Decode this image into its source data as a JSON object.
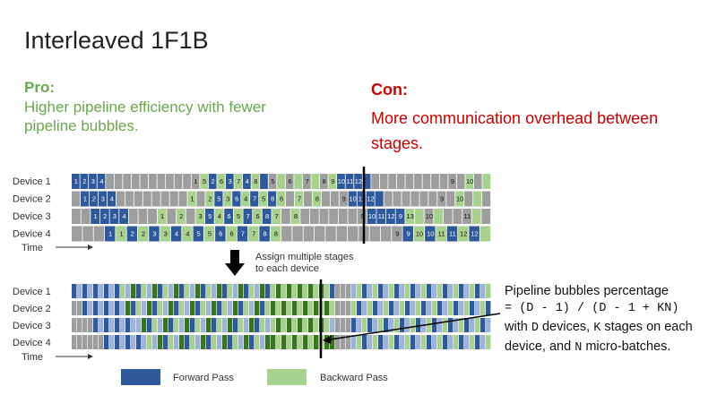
{
  "title": "Interleaved 1F1B",
  "pro": {
    "heading": "Pro:",
    "text": "Higher pipeline efficiency with fewer pipeline bubbles.",
    "color": "#6aa84f"
  },
  "con": {
    "heading": "Con:",
    "text": "More communication overhead between stages.",
    "color": "#cc0000"
  },
  "diagram_top": {
    "rows": [
      {
        "label": "Device 1",
        "cells": [
          "1",
          "2",
          "3",
          "4",
          "",
          "",
          "",
          "",
          "",
          "",
          "",
          "",
          "",
          "",
          "1",
          "5",
          "2",
          "6",
          "3",
          "7",
          "4",
          "8",
          "",
          "5",
          "",
          "6",
          "",
          "7",
          "",
          "8",
          "9",
          "10",
          "11",
          "12",
          "",
          "",
          "",
          "",
          "",
          "",
          "",
          "",
          "",
          "",
          "9",
          "",
          "10"
        ],
        "types": "FFFFgggggggggggBFBFBFBFgBgBgBgBFFFFgggggggggggBgB"
      },
      {
        "label": "Device 2",
        "cells": [
          "",
          "1",
          "2",
          "3",
          "4",
          "",
          "",
          "",
          "",
          "",
          "",
          "",
          "",
          "1",
          "",
          "2",
          "5",
          "3",
          "6",
          "4",
          "7",
          "5",
          "8",
          "6",
          "",
          "7",
          "",
          "8",
          "",
          "",
          "9",
          "10",
          "11",
          "12",
          "",
          "",
          "",
          "",
          "",
          "",
          "",
          "9",
          "",
          "10",
          ""
        ],
        "types": "gFFFFggggggggBgBFBFBFBFBgBgBgggFFFFggggggggBgBg"
      },
      {
        "label": "Device 3",
        "cells": [
          "",
          "",
          "1",
          "2",
          "3",
          "4",
          "",
          "",
          "",
          "1",
          "",
          "2",
          "",
          "3",
          "5",
          "4",
          "6",
          "5",
          "7",
          "6",
          "8",
          "7",
          "",
          "8",
          "",
          "",
          "",
          "",
          "",
          "",
          "9",
          "10",
          "11",
          "12",
          "9",
          "13",
          "",
          "10",
          "",
          "",
          "",
          "11",
          ""
        ],
        "types": "ggFFFFgggBgBgBFBFBFBFBgBgggggggFFFFBBgBgggBg"
      },
      {
        "label": "Device 4",
        "cells": [
          "",
          "",
          "",
          "1",
          "1",
          "2",
          "2",
          "3",
          "3",
          "4",
          "4",
          "5",
          "5",
          "6",
          "6",
          "7",
          "7",
          "8",
          "8",
          "",
          "",
          "",
          "",
          "",
          "",
          "",
          "",
          "",
          "",
          "9",
          "9",
          "10",
          "10",
          "11",
          "11",
          "12",
          "12"
        ],
        "types": "gggFBFBFBFBFBFBFBFBgggggggggggFBFBFBFB"
      }
    ],
    "time_label": "Time"
  },
  "arrow_label": "Assign multiple stages to each device",
  "diagram_bottom": {
    "rows": [
      {
        "label": "Device 1"
      },
      {
        "label": "Device 2"
      },
      {
        "label": "Device 3"
      },
      {
        "label": "Device 4"
      }
    ],
    "time_label": "Time"
  },
  "legend": {
    "forward": "Forward Pass",
    "backward": "Backward Pass"
  },
  "colors": {
    "forward": "#2e5a9c",
    "forward_light": "#9db3d9",
    "backward": "#a9d18e",
    "backward_dark": "#38761d",
    "idle": "#9e9e9e"
  },
  "note": {
    "line1": "Pipeline bubbles percentage",
    "formula": "= (D - 1) / (D - 1 + KN)",
    "l3_a": "with ",
    "l3_d": "D",
    "l3_b": " devices, ",
    "l3_k": "K",
    "l3_c": " stages on each",
    "l4_a": "device, and ",
    "l4_n": "N",
    "l4_b": " micro-batches."
  }
}
